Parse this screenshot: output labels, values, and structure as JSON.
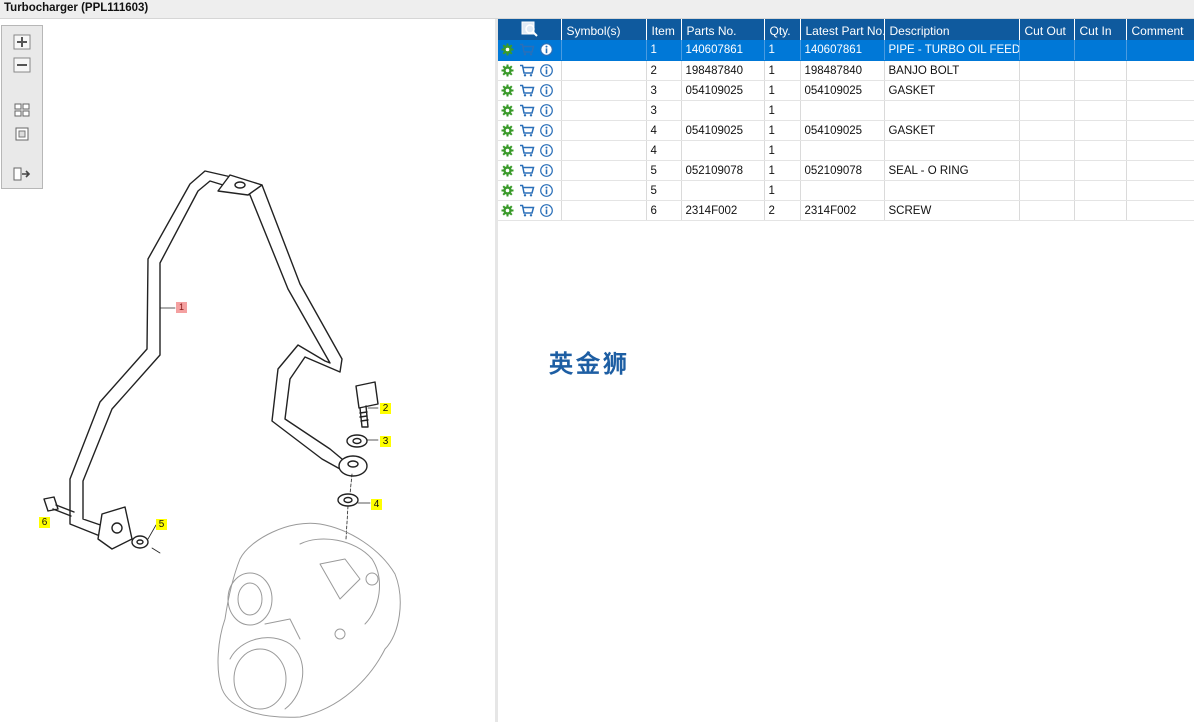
{
  "window": {
    "title": "Turbocharger (PPL111603)"
  },
  "toolbar": {
    "buttons": [
      {
        "name": "zoom-in-button",
        "icon": "zoom-in-icon"
      },
      {
        "name": "zoom-out-button",
        "icon": "zoom-out-icon"
      },
      {
        "name": "fit-grid-button",
        "icon": "grid-view-icon"
      },
      {
        "name": "single-view-button",
        "icon": "frame-icon"
      },
      {
        "name": "export-button",
        "icon": "export-arrow-icon"
      }
    ]
  },
  "diagram": {
    "callouts": [
      "1",
      "2",
      "3",
      "4",
      "5",
      "6"
    ]
  },
  "table": {
    "columns": [
      "Symbol(s)",
      "Item",
      "Parts No.",
      "Qty.",
      "Latest Part No.",
      "Description",
      "Cut Out",
      "Cut In",
      "Comment"
    ],
    "rows": [
      {
        "item": "1",
        "parts_no": "140607861",
        "qty": "1",
        "latest": "140607861",
        "desc": "PIPE - TURBO OIL FEED",
        "cut_out": "",
        "cut_in": "",
        "comment": "",
        "selected": true
      },
      {
        "item": "2",
        "parts_no": "198487840",
        "qty": "1",
        "latest": "198487840",
        "desc": "BANJO BOLT",
        "cut_out": "",
        "cut_in": "",
        "comment": ""
      },
      {
        "item": "3",
        "parts_no": "054109025",
        "qty": "1",
        "latest": "054109025",
        "desc": "GASKET",
        "cut_out": "",
        "cut_in": "",
        "comment": ""
      },
      {
        "item": "3",
        "parts_no": "",
        "qty": "1",
        "latest": "",
        "desc": "",
        "cut_out": "",
        "cut_in": "",
        "comment": ""
      },
      {
        "item": "4",
        "parts_no": "054109025",
        "qty": "1",
        "latest": "054109025",
        "desc": "GASKET",
        "cut_out": "",
        "cut_in": "",
        "comment": ""
      },
      {
        "item": "4",
        "parts_no": "",
        "qty": "1",
        "latest": "",
        "desc": "",
        "cut_out": "",
        "cut_in": "",
        "comment": ""
      },
      {
        "item": "5",
        "parts_no": "052109078",
        "qty": "1",
        "latest": "052109078",
        "desc": "SEAL - O RING",
        "cut_out": "",
        "cut_in": "",
        "comment": ""
      },
      {
        "item": "5",
        "parts_no": "",
        "qty": "1",
        "latest": "",
        "desc": "",
        "cut_out": "",
        "cut_in": "",
        "comment": ""
      },
      {
        "item": "6",
        "parts_no": "2314F002",
        "qty": "2",
        "latest": "2314F002",
        "desc": "SCREW",
        "cut_out": "",
        "cut_in": "",
        "comment": ""
      }
    ],
    "row_icons": [
      "gear-icon",
      "cart-icon",
      "info-icon"
    ]
  },
  "watermark": {
    "text": "英金狮"
  },
  "colors": {
    "header_bg": "#0f5a9e",
    "selected_row": "#0078d7",
    "callout": "#ffff00",
    "gear": "#3a9a2a",
    "cart": "#2a6fb8"
  }
}
